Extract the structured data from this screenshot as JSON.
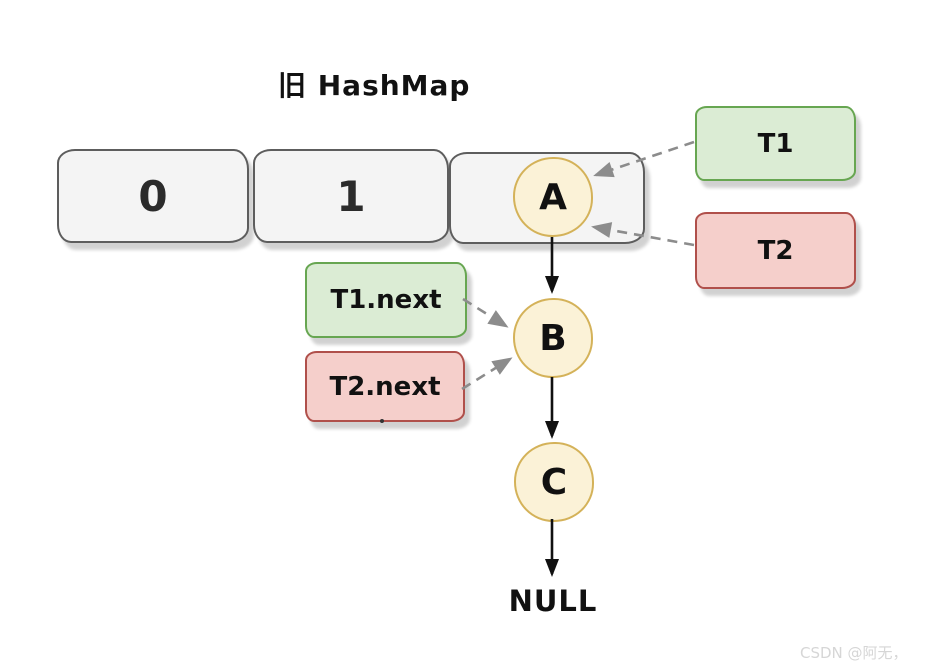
{
  "title": "旧 HashMap",
  "buckets": {
    "b0": "0",
    "b1": "1"
  },
  "nodes": {
    "a": "A",
    "b": "B",
    "c": "C"
  },
  "terminal": "NULL",
  "tags": {
    "t1": "T1",
    "t2": "T2",
    "t1_next": "T1.next",
    "t2_next": "T2.next"
  },
  "watermark": "CSDN @阿无，",
  "colors": {
    "bucket_fill": "#f4f4f4",
    "bucket_border": "#5d5d5d",
    "node_fill": "#fbf2d7",
    "node_border": "#d4b259",
    "green_fill": "#dbecd4",
    "green_border": "#67a651",
    "red_fill": "#f5cfcb",
    "red_border": "#b0504b",
    "solid_arrow": "#111111",
    "dashed_arrow": "#8c8c8c"
  }
}
